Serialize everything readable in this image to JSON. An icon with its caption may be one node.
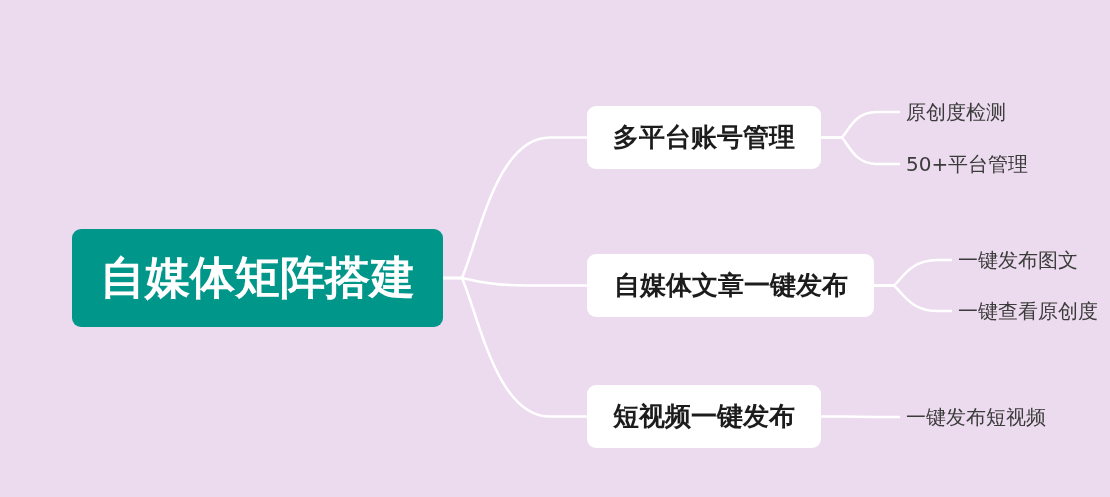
{
  "diagram": {
    "nodes": [
      {
        "text": [
          "自媒体矩阵搭建"
        ]
      },
      {
        "text": [
          "多平台账号管理"
        ]
      },
      {
        "text": [
          "原创度检测"
        ]
      },
      {
        "text": [
          "50+平台管理"
        ]
      },
      {
        "text": [
          "自媒体文章一键发布"
        ]
      },
      {
        "text": [
          "一键发布图文"
        ]
      },
      {
        "text": [
          "一键查看原创度"
        ]
      },
      {
        "text": [
          "短视频一键发布"
        ]
      },
      {
        "text": [
          "一键发布短视频"
        ]
      }
    ],
    "edges": [
      {
        "from": 0,
        "to": 1,
        "arrow": "none"
      },
      {
        "from": 0,
        "to": 4,
        "arrow": "none"
      },
      {
        "from": 0,
        "to": 7,
        "arrow": "none"
      },
      {
        "from": 1,
        "to": 2,
        "arrow": "none"
      },
      {
        "from": 1,
        "to": 3,
        "arrow": "none"
      },
      {
        "from": 4,
        "to": 5,
        "arrow": "none"
      },
      {
        "from": 4,
        "to": 6,
        "arrow": "none"
      },
      {
        "from": 7,
        "to": 8,
        "arrow": "none"
      }
    ]
  }
}
